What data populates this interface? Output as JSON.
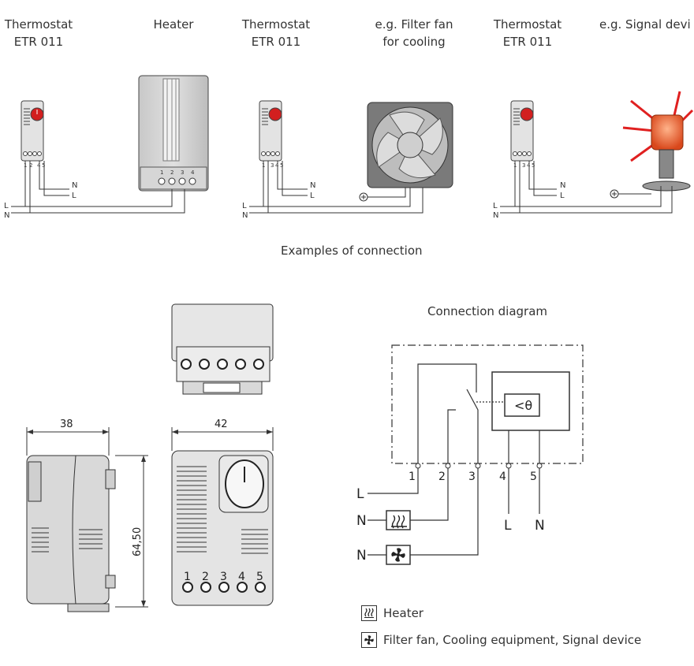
{
  "examples": [
    {
      "thermostat_line1": "Thermostat",
      "thermostat_line2": "ETR 011",
      "device_line1": "Heater",
      "device_line2": "",
      "terminals": [
        "1",
        "2",
        "4",
        "5"
      ],
      "device_terminals": [
        "1",
        "2",
        "3",
        "4"
      ],
      "supply": [
        "L",
        "N"
      ],
      "side": [
        "N",
        "L"
      ]
    },
    {
      "thermostat_line1": "Thermostat",
      "thermostat_line2": "ETR 011",
      "device_line1": "e.g. Filter fan",
      "device_line2": "for cooling",
      "terminals": [
        "1",
        "3",
        "4",
        "5"
      ],
      "supply": [
        "L",
        "N"
      ],
      "side": [
        "N",
        "L"
      ]
    },
    {
      "thermostat_line1": "Thermostat",
      "thermostat_line2": "ETR 011",
      "device_line1": "e.g. Signal devi",
      "device_line2": "",
      "terminals": [
        "1",
        "3",
        "4",
        "5"
      ],
      "supply": [
        "L",
        "N"
      ],
      "side": [
        "N",
        "L"
      ]
    }
  ],
  "examples_caption": "Examples of connection",
  "dimensions": {
    "width_side": "38",
    "width_front": "42",
    "height": "64,50",
    "front_terminals": [
      "1",
      "2",
      "3",
      "4",
      "5"
    ]
  },
  "connection_diagram": {
    "title": "Connection diagram",
    "terminals": [
      "1",
      "2",
      "3",
      "4",
      "5"
    ],
    "outputs": [
      "L",
      "N"
    ],
    "inputs": [
      "L",
      "N",
      "N"
    ]
  },
  "legend": [
    {
      "icon": "heater-icon",
      "label": "Heater"
    },
    {
      "icon": "fan-icon",
      "label": "Filter fan, Cooling equipment, Signal device"
    }
  ]
}
